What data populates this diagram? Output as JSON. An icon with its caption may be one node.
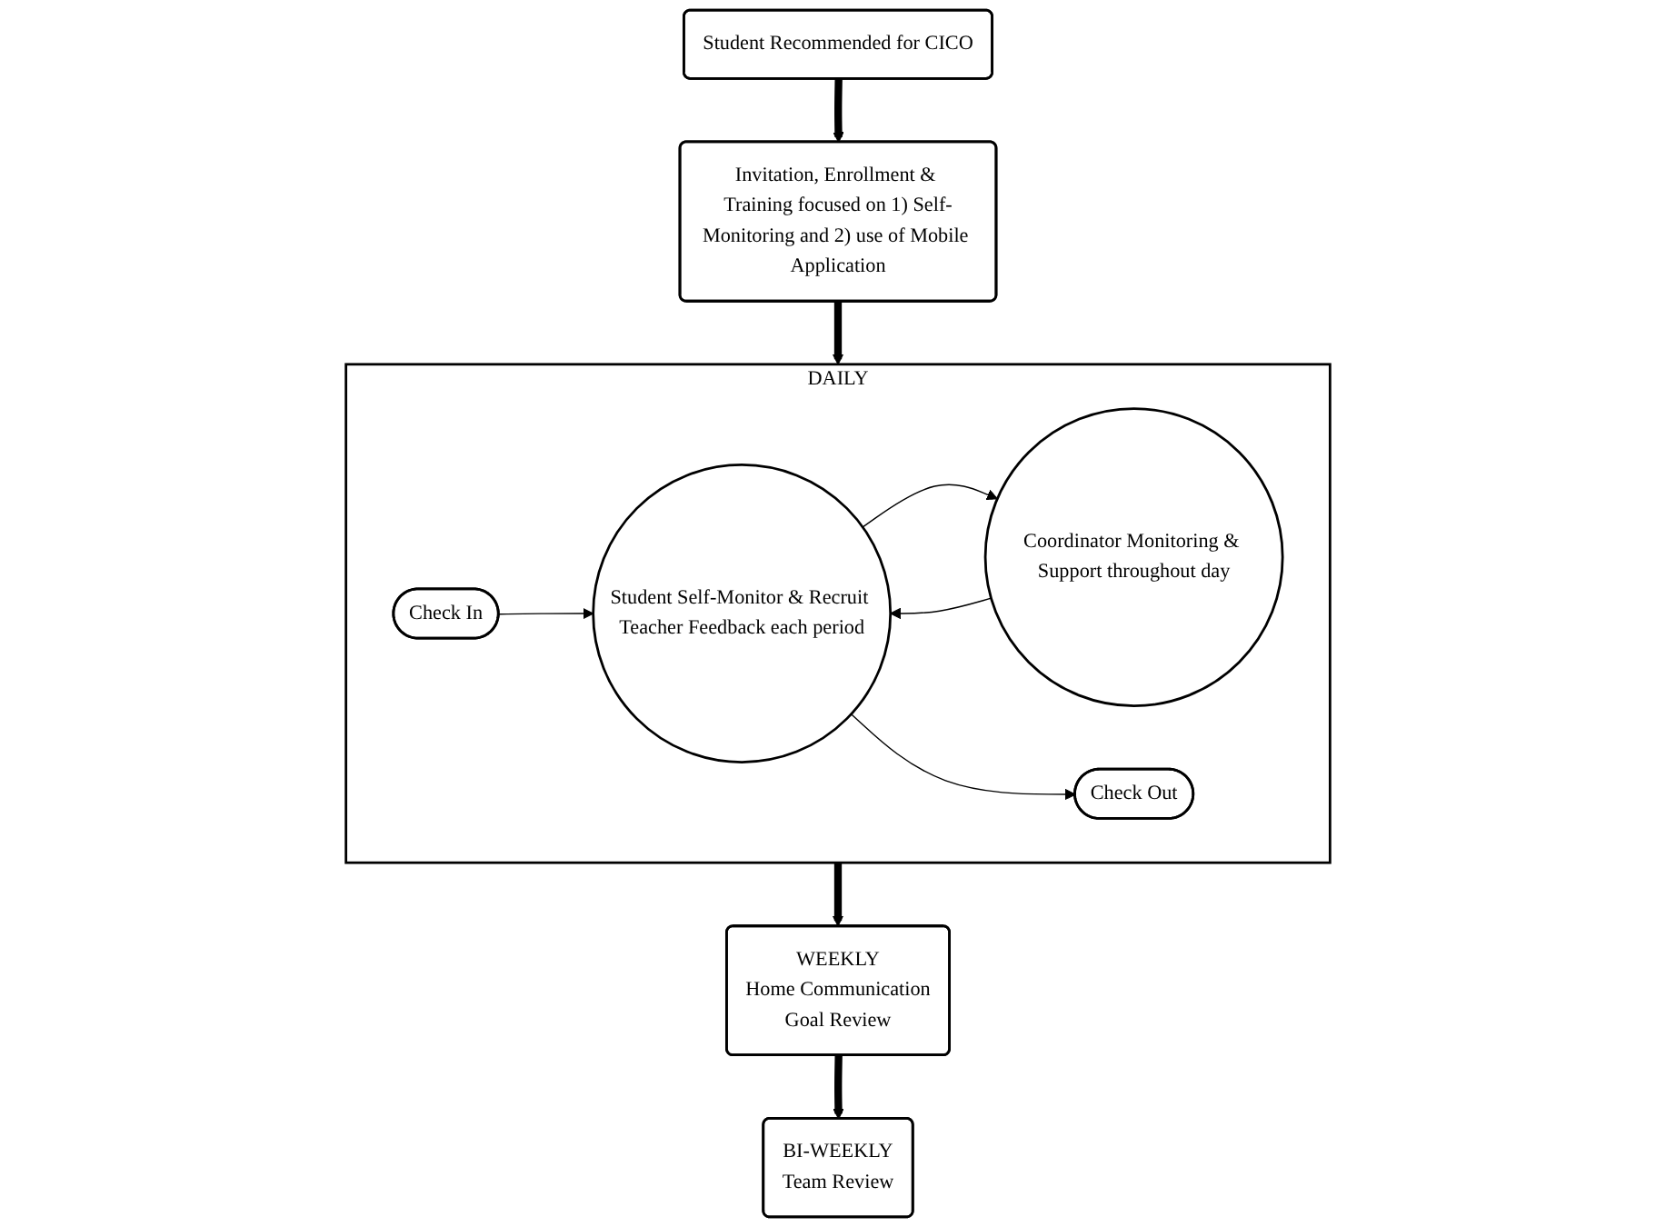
{
  "diagram": {
    "nodes": [
      {
        "text": [
          "Student Recommended for CICO"
        ]
      },
      {
        "text": [
          "Invitation, Enrollment & Training focused on 1) Self-Monitoring and 2) use of Mobile Application"
        ]
      },
      {
        "text": [
          "DAILY"
        ]
      },
      {
        "text": [
          "Check In"
        ],
        "in": 2
      },
      {
        "text": [
          "Student Self-Monitor & Recruit Teacher Feedback each period"
        ],
        "in": 2
      },
      {
        "text": [
          "Coordinator Monitoring & Support throughout day"
        ],
        "in": 2
      },
      {
        "text": [
          "Check Out"
        ],
        "in": 2
      },
      {
        "text": [
          "WEEKLY",
          "Home Communication",
          "Goal Review"
        ]
      },
      {
        "text": [
          "BI-WEEKLY",
          "Team Review"
        ]
      }
    ],
    "edges": [
      {
        "from": 0,
        "to": 1,
        "arrow": "to",
        "style": "thick"
      },
      {
        "from": 1,
        "to": 2,
        "arrow": "to",
        "style": "thick"
      },
      {
        "from": 3,
        "to": 4,
        "arrow": "to"
      },
      {
        "from": 4,
        "to": 5,
        "arrow": "to"
      },
      {
        "from": 5,
        "to": 4,
        "arrow": "to"
      },
      {
        "from": 4,
        "to": 6,
        "arrow": "to"
      },
      {
        "from": 2,
        "to": 7,
        "arrow": "to",
        "style": "thick"
      },
      {
        "from": 7,
        "to": 8,
        "arrow": "to",
        "style": "thick"
      }
    ]
  }
}
